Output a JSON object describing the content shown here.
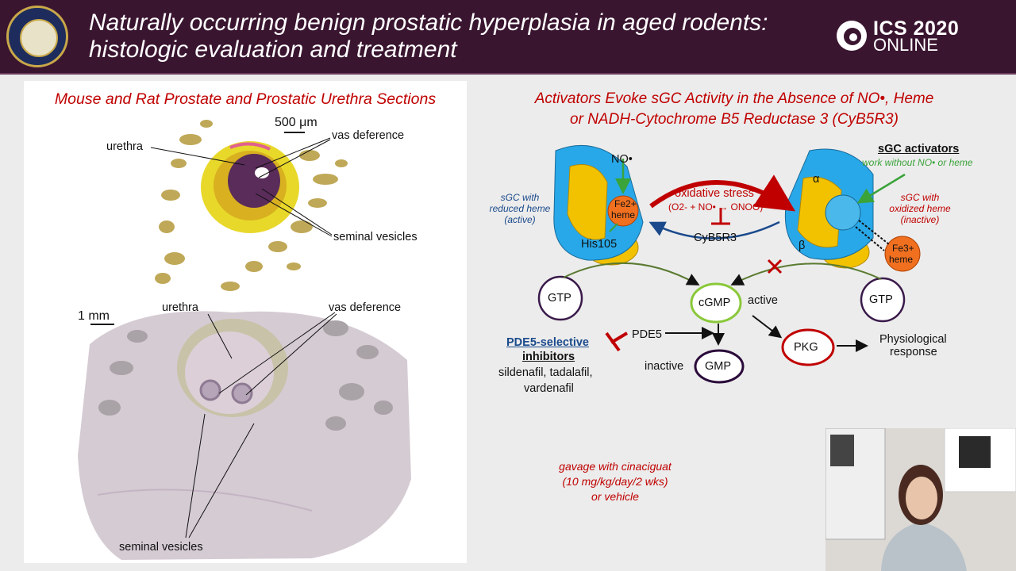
{
  "header": {
    "title_line1": "Naturally occurring benign prostatic hyperplasia in aged rodents:",
    "title_line2": "histologic evaluation and treatment",
    "logo_top": "ICS 2020",
    "logo_bottom": "ONLINE",
    "colors": {
      "background": "#3a1530",
      "text": "#ffffff"
    }
  },
  "left_panel": {
    "title": "Mouse and Rat Prostate and Prostatic Urethra Sections",
    "mouse": {
      "scale": "500 μm",
      "labels": {
        "urethra": "urethra",
        "vas": "vas deference",
        "seminal": "seminal vesicles"
      }
    },
    "rat": {
      "scale": "1 mm",
      "labels": {
        "urethra": "urethra",
        "vas": "vas deference",
        "seminal": "seminal vesicles"
      }
    }
  },
  "right_panel": {
    "title_line1": "Activators Evoke sGC Activity in the Absence of NO•, Heme",
    "title_line2": "or NADH-Cytochrome B5 Reductase 3 (CyB5R3)",
    "left_enzyme": {
      "no": "NO•",
      "fe": "Fe2+",
      "heme": "heme",
      "his": "His105",
      "caption_l1": "sGC with",
      "caption_l2": "reduced heme",
      "caption_l3": "(active)"
    },
    "center": {
      "stress": "oxidative stress",
      "reaction": "(O2- + NO• → ONOO)",
      "cyb5r3": "CyB5R3"
    },
    "right_enzyme": {
      "activators_title": "sGC activators",
      "activators_sub": "work without NO• or heme",
      "alpha": "α",
      "beta": "β",
      "caption_l1": "sGC with",
      "caption_l2": "oxidized heme",
      "caption_l3": "(inactive)",
      "fe": "Fe3+",
      "heme": "heme"
    },
    "pathway": {
      "gtp_left": "GTP",
      "gtp_right": "GTP",
      "cgmp": "cGMP",
      "active": "active",
      "pde5": "PDE5",
      "gmp": "GMP",
      "inactive": "inactive",
      "pkg": "PKG",
      "physio_l1": "Physiological",
      "physio_l2": "response",
      "inhibitor_title_l1": "PDE5-selective",
      "inhibitor_title_l2": "inhibitors",
      "inhibitor_list_l1": "sildenafil, tadalafil,",
      "inhibitor_list_l2": "vardenafil"
    },
    "gavage": {
      "l1": "gavage with cinaciguat",
      "l2": "(10 mg/kg/day/2 wks)",
      "l3": "or vehicle"
    }
  },
  "webcam": {
    "description_icon": "presenter-video"
  }
}
